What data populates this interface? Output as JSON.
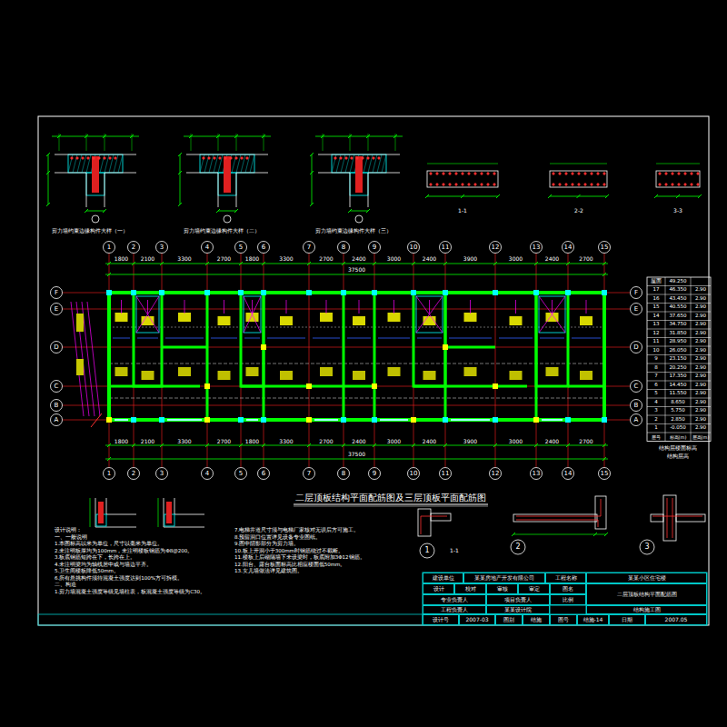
{
  "diagram": {
    "title": "二层顶板结构平面配筋图及三层顶板平面配筋图",
    "nodes": [
      {
        "text": [
          "建设单位"
        ]
      },
      {
        "text": [
          "某某房地产开发有限公司"
        ]
      },
      {
        "text": [
          "工程名称"
        ]
      },
      {
        "text": [
          "某某小区住宅楼"
        ]
      },
      {
        "text": [
          "设计"
        ]
      },
      {
        "text": [
          "校对"
        ]
      },
      {
        "text": [
          "审核"
        ]
      },
      {
        "text": [
          "审定"
        ]
      },
      {
        "text": [
          "图名"
        ]
      },
      {
        "text": [
          "二层顶板结构平面配筋图"
        ]
      },
      {
        "text": [
          "专业负责人"
        ]
      },
      {
        "text": [
          "项目负责人"
        ]
      },
      {
        "text": [
          "比例"
        ]
      },
      {
        "text": [
          "工程负责人"
        ]
      },
      {
        "text": [
          "某某设计院"
        ]
      },
      {
        "text": [
          "结构施工图"
        ]
      },
      {
        "text": [
          "设计号"
        ]
      },
      {
        "text": [
          "2007-03"
        ]
      },
      {
        "text": [
          "图别"
        ]
      },
      {
        "text": [
          "结施"
        ]
      },
      {
        "text": [
          "图号"
        ]
      },
      {
        "text": [
          "结施-14"
        ]
      },
      {
        "text": [
          "日期"
        ]
      },
      {
        "text": [
          "2007.05"
        ]
      }
    ],
    "labels": [
      "1",
      "2",
      "3",
      "4",
      "5",
      "6",
      "7",
      "8",
      "9",
      "10",
      "11",
      "12",
      "13",
      "14",
      "15",
      "1",
      "2",
      "3",
      "4",
      "5",
      "6",
      "7",
      "8",
      "9",
      "10",
      "11",
      "12",
      "13",
      "14",
      "15",
      "F",
      "E",
      "D",
      "C",
      "B",
      "A",
      "F",
      "E",
      "D",
      "C",
      "B",
      "A",
      "1800",
      "2100",
      "3300",
      "2700",
      "1800",
      "3300",
      "2700",
      "2400",
      "3000",
      "2400",
      "3900",
      "3000",
      "2400",
      "2700",
      "37500",
      "1800",
      "2100",
      "3300",
      "2700",
      "1800",
      "3300",
      "2700",
      "2400",
      "3000",
      "2400",
      "3900",
      "3000",
      "2400",
      "2700",
      "37500",
      "剪力墙约束边缘构件大样（一）",
      "剪力墙约束边缘构件大样（二）",
      "剪力墙约束边缘构件大样（三）",
      "1-1",
      "2-2",
      "3-3",
      "1",
      "2",
      "3",
      "1-1",
      "屋面",
      "49.250",
      "17",
      "46.350",
      "2.90",
      "16",
      "43.450",
      "2.90",
      "15",
      "40.550",
      "2.90",
      "14",
      "37.650",
      "2.90",
      "13",
      "34.750",
      "2.90",
      "12",
      "31.850",
      "2.90",
      "11",
      "28.950",
      "2.90",
      "10",
      "26.050",
      "2.90",
      "9",
      "23.150",
      "2.90",
      "8",
      "20.250",
      "2.90",
      "7",
      "17.350",
      "2.90",
      "6",
      "14.450",
      "2.90",
      "5",
      "11.550",
      "2.90",
      "4",
      "8.650",
      "2.90",
      "3",
      "5.750",
      "2.90",
      "2",
      "2.850",
      "2.90",
      "1",
      "-0.050",
      "2.90",
      "层号",
      "标高(m)",
      "层高(m)",
      "结构层楼面标高",
      "结构层高",
      "设计说明：",
      "一、一般说明",
      "1.本图标高以米为单位，尺寸以毫米为单位。",
      "2.未注明板厚均为100mm，未注明楼板钢筋为Φ8@200。",
      "3.板底钢筋短跨在下，长跨在上。",
      "4.未注明梁均为轴线居中或与墙边平齐。",
      "5.卫生间楼板降低50mm。",
      "6.所有悬挑构件须待混凝土强度达到100%方可拆模。",
      "二、构造",
      "1.剪力墙混凝土强度等级见墙柱表，板混凝土强度等级为C30。",
      "7.电梯井道尺寸须与电梯厂家核对无误后方可施工。",
      "8.预留洞口位置详见设备专业图纸。",
      "9.图中阴影部分为剪力墙。",
      "10.板上开洞小于300mm时钢筋绕过不截断。",
      "11.楼板上后砌隔墙下未设梁时，板底附加3Φ12钢筋。",
      "12.阳台、露台板面标高比相应楼面低50mm。",
      "13.女儿墙做法详见建筑图。"
    ]
  }
}
